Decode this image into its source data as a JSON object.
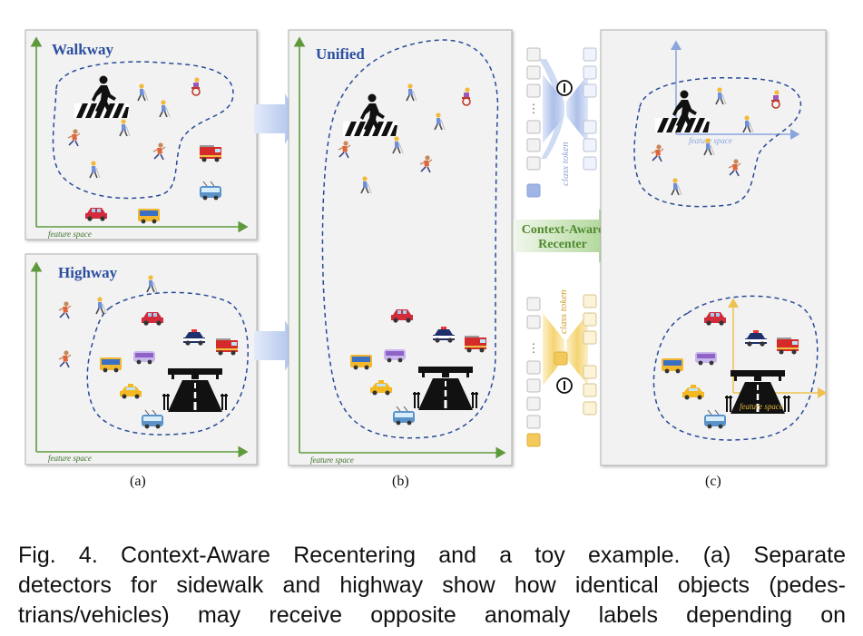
{
  "figure": {
    "panel_a": {
      "walkway_title": "Walkway",
      "highway_title": "Highway",
      "axis_label": "feature space"
    },
    "panel_b": {
      "title": "Unified",
      "axis_label": "feature space"
    },
    "panel_c": {
      "axis_label": "feature space"
    },
    "module": {
      "label_line1": "Context-Aware",
      "label_line2": "Recenter",
      "class_token_top": "class token",
      "class_token_bottom": "class token",
      "ellipsis": "⋮",
      "colors": {
        "blue": "#a9bde8",
        "yellow": "#f2c95a",
        "arrow_green": "#6aa84f"
      }
    },
    "sublabels": [
      "(a)",
      "(b)",
      "(c)"
    ]
  },
  "caption": {
    "line1": "Fig. 4.  Context-Aware Recentering and a toy example. (a) Separate",
    "line2": "detectors for sidewalk and highway show how identical objects (pedes-",
    "line3": "trians/vehicles) may receive opposite anomaly labels depending on"
  }
}
